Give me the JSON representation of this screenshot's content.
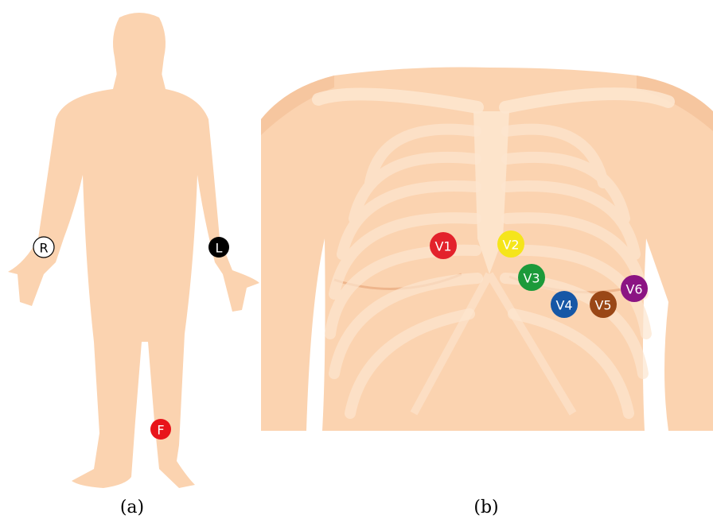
{
  "panel_a": {
    "caption": "(a)",
    "limb_electrodes": [
      {
        "label": "R",
        "color": "#ffffff",
        "text_color": "#000000"
      },
      {
        "label": "L",
        "color": "#000000",
        "text_color": "#ffffff"
      },
      {
        "label": "F",
        "color": "#e8141b",
        "text_color": "#ffffff"
      }
    ]
  },
  "panel_b": {
    "caption": "(b)",
    "chest_electrodes": [
      {
        "label": "V1",
        "color": "#e3222b"
      },
      {
        "label": "V2",
        "color": "#f5e51b"
      },
      {
        "label": "V3",
        "color": "#1c9a3a"
      },
      {
        "label": "V4",
        "color": "#1657a6"
      },
      {
        "label": "V5",
        "color": "#9a4716"
      },
      {
        "label": "V6",
        "color": "#8b1483"
      }
    ]
  },
  "colors": {
    "skin": "#fbd3b0",
    "skin_dark": "#f3be95",
    "ribs": "#fde6d0"
  }
}
